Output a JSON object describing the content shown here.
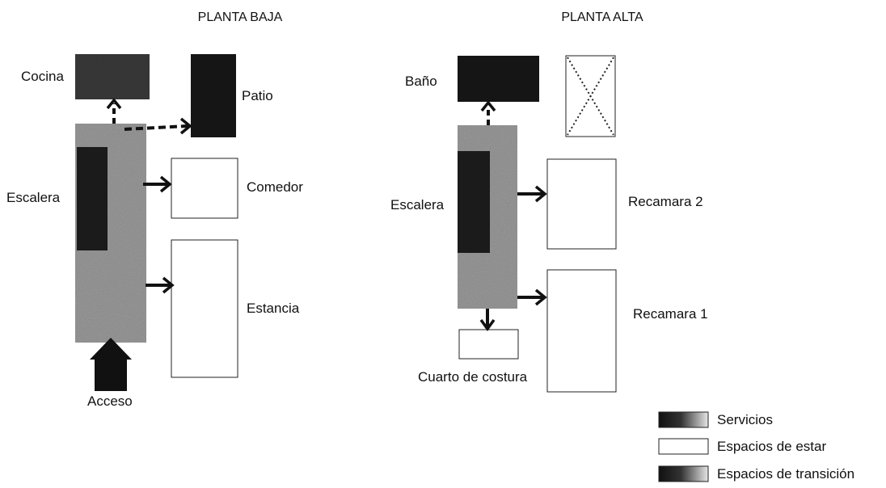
{
  "planta_baja": {
    "title": "PLANTA BAJA",
    "cocina": "Cocina",
    "patio": "Patio",
    "escalera": "Escalera",
    "comedor": "Comedor",
    "estancia": "Estancia",
    "acceso": "Acceso"
  },
  "planta_alta": {
    "title": "PLANTA ALTA",
    "bano": "Baño",
    "escalera": "Escalera",
    "recamara2": "Recamara 2",
    "recamara1": "Recamara 1",
    "cuarto_costura": "Cuarto de costura"
  },
  "legend": {
    "servicios": "Servicios",
    "estar": "Espacios de estar",
    "transicion": "Espacios de transición"
  },
  "colors": {
    "servicios": "#151515",
    "estar": "#ffffff",
    "transicion": "#8e8e8e",
    "ink": "#111111"
  }
}
